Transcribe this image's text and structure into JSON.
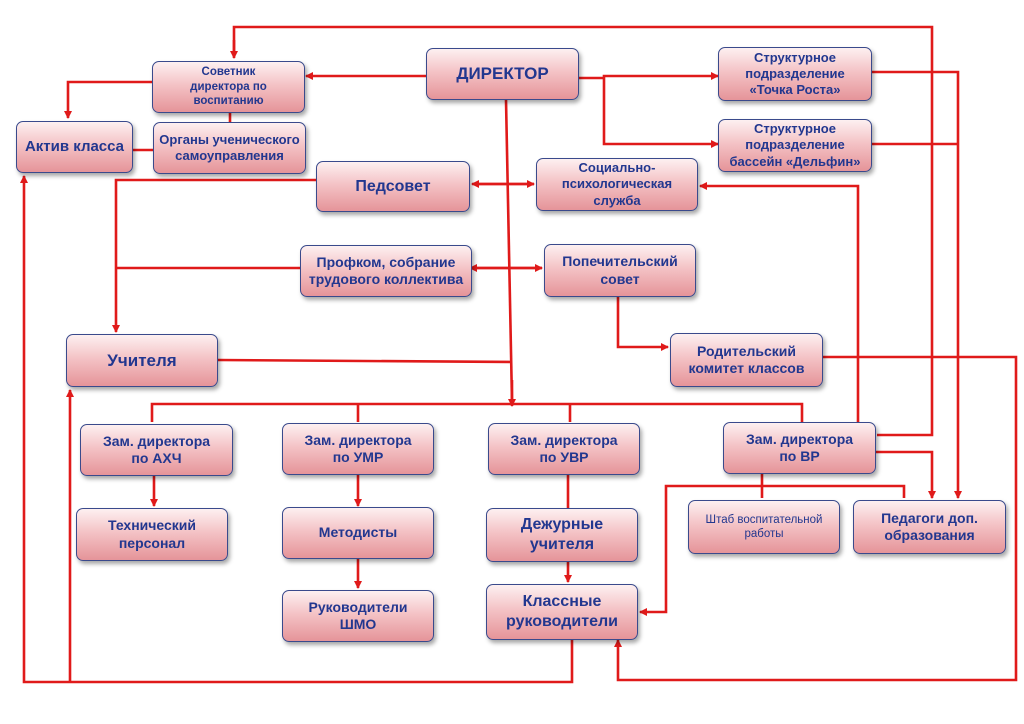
{
  "diagram": {
    "nodes": {
      "director": "ДИРЕКТОР",
      "advisor": "Советник\nдиректора по\nвоспитанию",
      "aktiv": "Актив класса",
      "organy": "Органы ученического\nсамоуправления",
      "pedsovet": "Педсовет",
      "social": "Социально-\nпсихологическая служба",
      "tochka": "Структурное\nподразделение\n«Точка Роста»",
      "delfin": "Структурное\nподразделение\nбассейн «Дельфин»",
      "profkom": "Профком, собрание\nтрудового коллектива",
      "popech": "Попечительский\nсовет",
      "uchitelya": "Учителя",
      "roditel": "Родительский\nкомитет классов",
      "zam_ahch": "Зам. директора\nпо АХЧ",
      "zam_umr": "Зам. директора\nпо УМР",
      "zam_uvr": "Зам. директора\nпо УВР",
      "zam_vr": "Зам. директора\nпо ВР",
      "tech": "Технический\nперсонал",
      "metod": "Методисты",
      "shmo": "Руководители\nШМО",
      "dezhur": "Дежурные\nучителя",
      "klass": "Классные\nруководители",
      "shtab": "Штаб воспитательной\nработы",
      "pedagogi": "Педагоги доп.\nобразования"
    },
    "colors": {
      "line": "#e01a1a",
      "text": "#22378f",
      "border": "#3a4a8c"
    }
  }
}
